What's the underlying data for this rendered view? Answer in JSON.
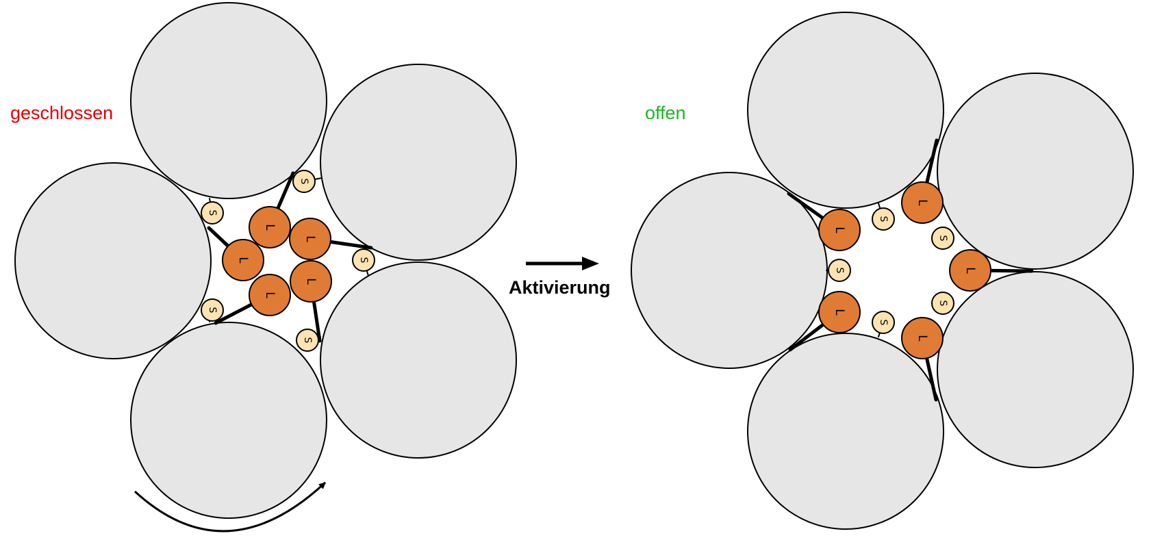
{
  "state_closed": {
    "label": "geschlossen",
    "color": "#e00000"
  },
  "state_open": {
    "label": "offen",
    "color": "#22b02a"
  },
  "transition": {
    "label": "Aktivierung"
  },
  "subunit_fill": "#e6e6e6",
  "l_site": {
    "letter": "L",
    "fill": "#e07b35"
  },
  "s_site": {
    "letter": "S",
    "fill": "#fbe3b2"
  },
  "closed_rotation_indicator": "curved-arrow-icon",
  "subunit_count_per_state": 5
}
